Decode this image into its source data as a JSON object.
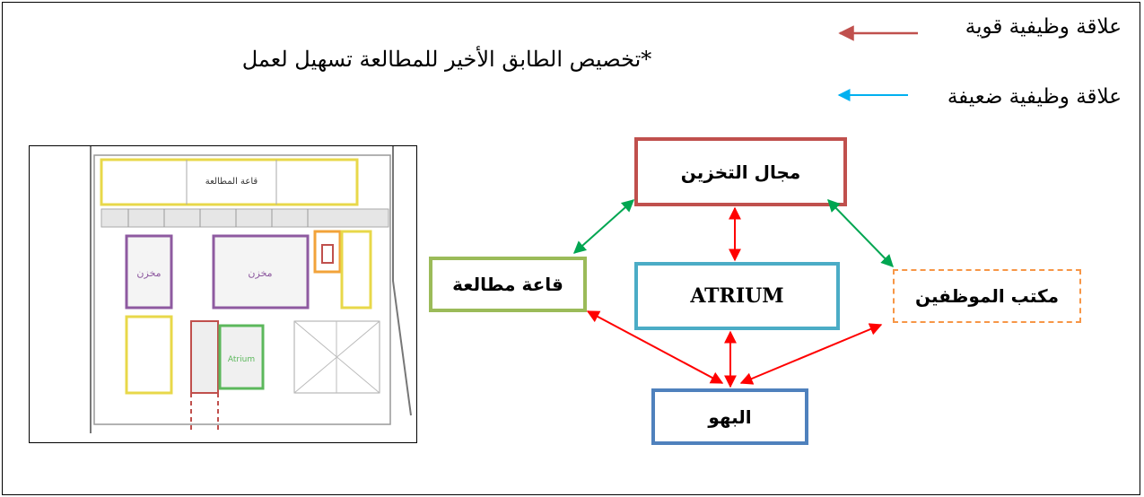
{
  "note": "*تخصيص الطابق الأخير للمطالعة تسهيل لعمل",
  "legend": {
    "strong": {
      "label": "علاقة وظيفية قوية",
      "color": "#c0504d"
    },
    "weak": {
      "label": "علاقة وظيفية ضعيفة",
      "color": "#00b0f0"
    }
  },
  "nodes": {
    "storage": {
      "label": "مجال التخزين",
      "border_color": "#c0504d"
    },
    "reading": {
      "label": "قاعة مطالعة",
      "border_color": "#9bbb59"
    },
    "atrium": {
      "label": "ATRIUM",
      "border_color": "#4bacc6"
    },
    "staff": {
      "label": "مكتب الموظفين",
      "border_color": "#f79646"
    },
    "lobby": {
      "label": "البهو",
      "border_color": "#4f81bd"
    }
  },
  "connections": [
    {
      "from": "storage",
      "to": "reading",
      "color": "#00a651"
    },
    {
      "from": "storage",
      "to": "staff",
      "color": "#00a651"
    },
    {
      "from": "storage",
      "to": "atrium",
      "color": "#ff0000"
    },
    {
      "from": "atrium",
      "to": "lobby",
      "color": "#ff0000"
    },
    {
      "from": "reading",
      "to": "lobby",
      "color": "#ff0000"
    },
    {
      "from": "staff",
      "to": "lobby",
      "color": "#ff0000"
    }
  ],
  "floor_plan": {
    "labels": [
      "قاعة المطالعة",
      "مخزن",
      "مخزن",
      "Atrium"
    ]
  }
}
